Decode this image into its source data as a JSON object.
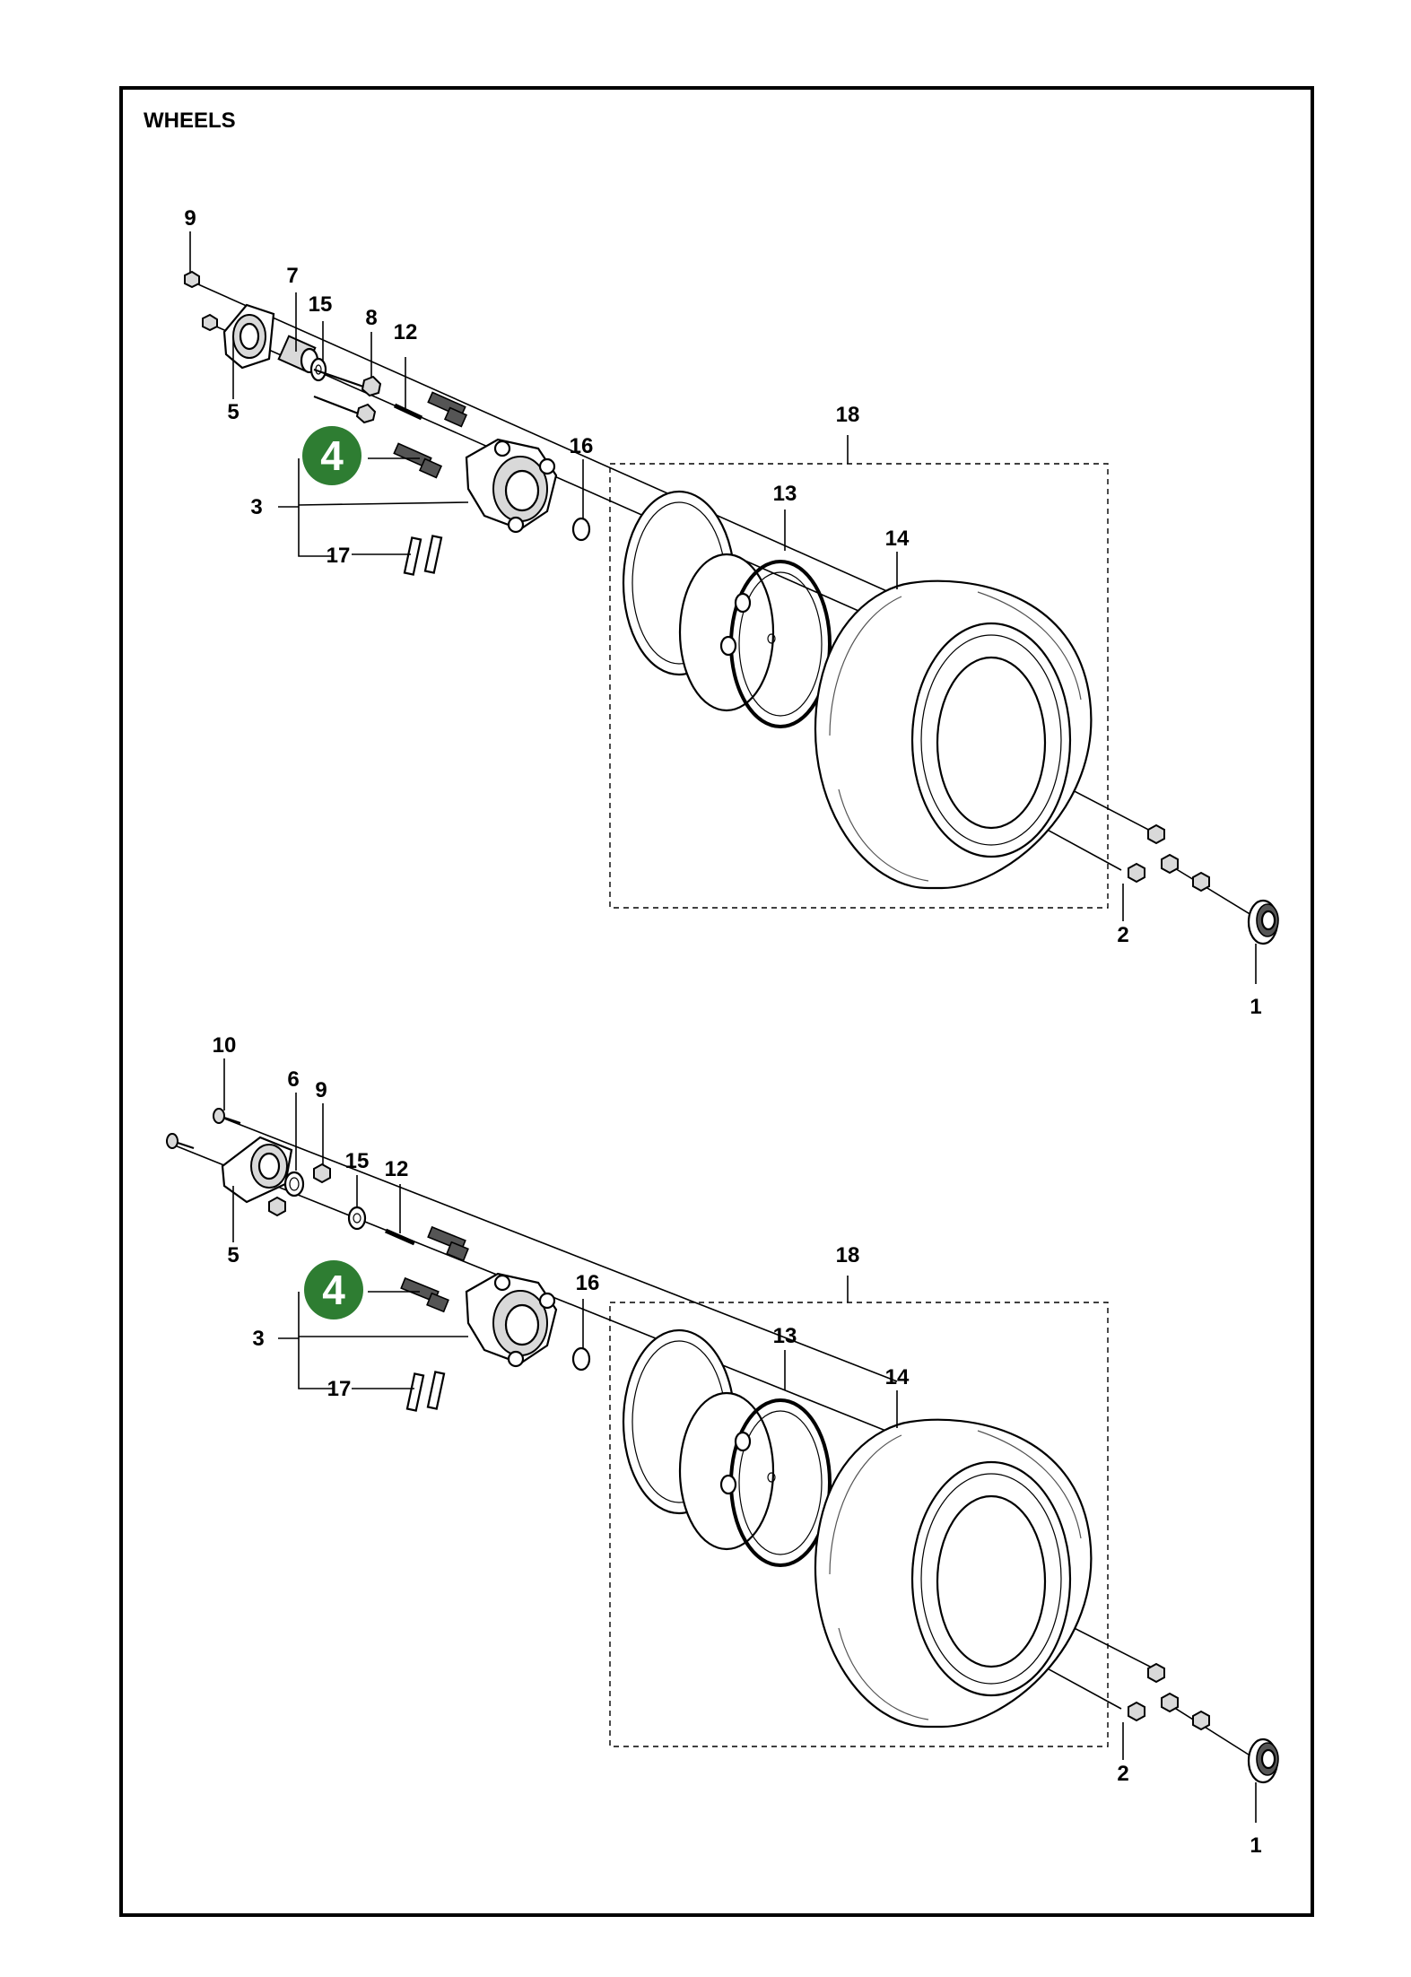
{
  "page": {
    "title": "WHEELS"
  },
  "assemblies": [
    {
      "id": "upper",
      "callouts": [
        "9",
        "7",
        "15",
        "8",
        "12",
        "5",
        "18",
        "4",
        "16",
        "3",
        "13",
        "17",
        "14",
        "2",
        "1"
      ]
    },
    {
      "id": "lower",
      "callouts": [
        "10",
        "6",
        "9",
        "15",
        "12",
        "5",
        "18",
        "4",
        "16",
        "3",
        "13",
        "17",
        "14",
        "2",
        "1"
      ]
    }
  ],
  "highlighted_callout": {
    "label": "4",
    "color": "#2e7d32"
  },
  "colors": {
    "line": "#000000",
    "background": "#ffffff",
    "part_shade": "#d9d9d9"
  }
}
